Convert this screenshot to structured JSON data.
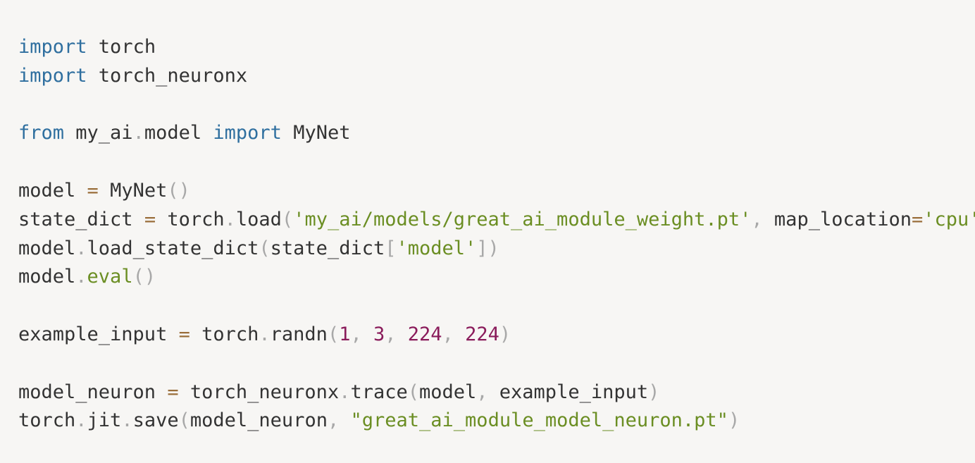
{
  "colors": {
    "background": "#f7f6f4",
    "keyword": "#2f6f9f",
    "string": "#6b8e23",
    "number": "#8a1c5b",
    "builtin": "#6b8e23",
    "punctuation": "#a8a8a8",
    "operator": "#9a6e3a",
    "plain": "#333333"
  },
  "code": {
    "lines": [
      [
        [
          "keyword",
          "import"
        ],
        [
          "plain",
          " torch"
        ]
      ],
      [
        [
          "keyword",
          "import"
        ],
        [
          "plain",
          " torch_neuronx"
        ]
      ],
      [],
      [
        [
          "keyword",
          "from"
        ],
        [
          "plain",
          " my_ai"
        ],
        [
          "punct",
          "."
        ],
        [
          "plain",
          "model "
        ],
        [
          "keyword",
          "import"
        ],
        [
          "plain",
          " MyNet"
        ]
      ],
      [],
      [
        [
          "plain",
          "model "
        ],
        [
          "op",
          "="
        ],
        [
          "plain",
          " MyNet"
        ],
        [
          "punct",
          "()"
        ]
      ],
      [
        [
          "plain",
          "state_dict "
        ],
        [
          "op",
          "="
        ],
        [
          "plain",
          " torch"
        ],
        [
          "punct",
          "."
        ],
        [
          "plain",
          "load"
        ],
        [
          "punct",
          "("
        ],
        [
          "string",
          "'my_ai/models/great_ai_module_weight.pt'"
        ],
        [
          "punct",
          ","
        ],
        [
          "plain",
          " map_location"
        ],
        [
          "op",
          "="
        ],
        [
          "string",
          "'cpu'"
        ],
        [
          "punct",
          ")"
        ]
      ],
      [
        [
          "plain",
          "model"
        ],
        [
          "punct",
          "."
        ],
        [
          "plain",
          "load_state_dict"
        ],
        [
          "punct",
          "("
        ],
        [
          "plain",
          "state_dict"
        ],
        [
          "punct",
          "["
        ],
        [
          "string",
          "'model'"
        ],
        [
          "punct",
          "])"
        ]
      ],
      [
        [
          "plain",
          "model"
        ],
        [
          "punct",
          "."
        ],
        [
          "builtin",
          "eval"
        ],
        [
          "punct",
          "()"
        ]
      ],
      [],
      [
        [
          "plain",
          "example_input "
        ],
        [
          "op",
          "="
        ],
        [
          "plain",
          " torch"
        ],
        [
          "punct",
          "."
        ],
        [
          "plain",
          "randn"
        ],
        [
          "punct",
          "("
        ],
        [
          "number",
          "1"
        ],
        [
          "punct",
          ","
        ],
        [
          "plain",
          " "
        ],
        [
          "number",
          "3"
        ],
        [
          "punct",
          ","
        ],
        [
          "plain",
          " "
        ],
        [
          "number",
          "224"
        ],
        [
          "punct",
          ","
        ],
        [
          "plain",
          " "
        ],
        [
          "number",
          "224"
        ],
        [
          "punct",
          ")"
        ]
      ],
      [],
      [
        [
          "plain",
          "model_neuron "
        ],
        [
          "op",
          "="
        ],
        [
          "plain",
          " torch_neuronx"
        ],
        [
          "punct",
          "."
        ],
        [
          "plain",
          "trace"
        ],
        [
          "punct",
          "("
        ],
        [
          "plain",
          "model"
        ],
        [
          "punct",
          ","
        ],
        [
          "plain",
          " example_input"
        ],
        [
          "punct",
          ")"
        ]
      ],
      [
        [
          "plain",
          "torch"
        ],
        [
          "punct",
          "."
        ],
        [
          "plain",
          "jit"
        ],
        [
          "punct",
          "."
        ],
        [
          "plain",
          "save"
        ],
        [
          "punct",
          "("
        ],
        [
          "plain",
          "model_neuron"
        ],
        [
          "punct",
          ","
        ],
        [
          "plain",
          " "
        ],
        [
          "string",
          "\"great_ai_module_model_neuron.pt\""
        ],
        [
          "punct",
          ")"
        ]
      ]
    ]
  }
}
